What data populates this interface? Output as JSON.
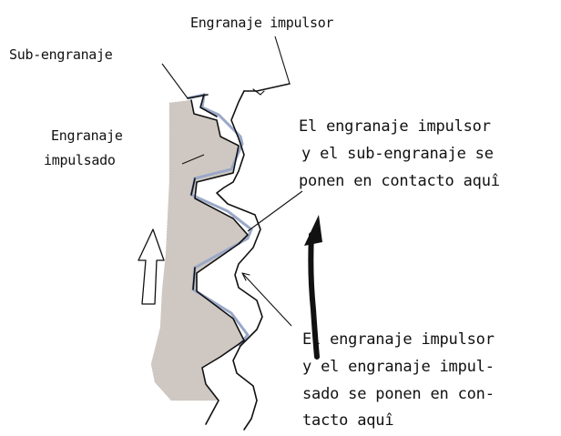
{
  "labels": {
    "drive_gear": "Engranaje impulsor",
    "sub_gear": "Sub-engranaje",
    "driven_gear_line1": "Engranaje",
    "driven_gear_line2": "impulsado",
    "contact_sub_line1": "El engranaje impulsor",
    "contact_sub_line2": "y el sub-engranaje se",
    "contact_sub_line3": "ponen en contacto aquî",
    "contact_driven_line1": "El engranaje impulsor",
    "contact_driven_line2": "y el engranaje impul-",
    "contact_driven_line3": "sado se ponen en con-",
    "contact_driven_line4": "tacto aquî"
  },
  "colors": {
    "driven_gear_fill": "#cfc8c2",
    "sub_gear_fill": "#9aa8c8",
    "line": "#111111"
  }
}
